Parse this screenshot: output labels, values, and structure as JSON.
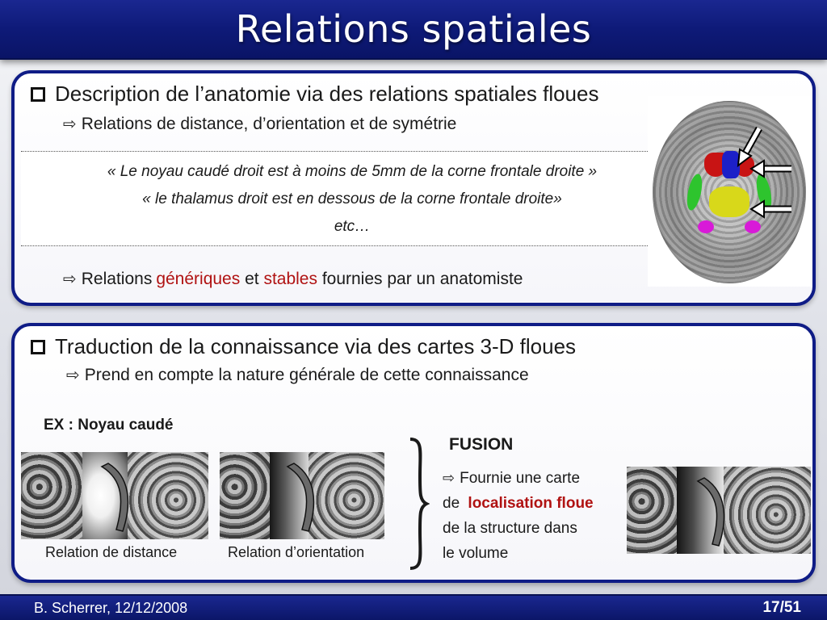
{
  "slide": {
    "title": "Relations spatiales"
  },
  "section1": {
    "bullet": "Description de l’anatomie via des relations spatiales floues",
    "sub1": "Relations de distance, d’orientation et de symétrie",
    "quotes": [
      "« Le noyau caudé droit est à moins de 5mm de la corne frontale droite »",
      "« le thalamus droit est en dessous de la corne frontale droite»",
      "etc…"
    ],
    "sub2_prefix": "Relations ",
    "sub2_hl1": "génériques",
    "sub2_mid": " et ",
    "sub2_hl2": "stables",
    "sub2_suffix": " fournies par un anatomiste"
  },
  "section2": {
    "bullet": "Traduction de la connaissance via des cartes 3-D floues",
    "sub1": "Prend en compte la nature générale de cette connaissance",
    "example_label": "EX : Noyau caudé",
    "caption_distance": "Relation de distance",
    "caption_orientation": "Relation d’orientation",
    "fusion_title": "FUSION",
    "fusion_line1": "Fournie une carte",
    "fusion_line2_prefix": "de ",
    "fusion_line2_hl": "localisation floue",
    "fusion_line3": "de la structure dans",
    "fusion_line4": "le volume"
  },
  "footer": {
    "author_date": "B. Scherrer, 12/12/2008",
    "page": "17/51"
  },
  "colors": {
    "theme_blue": "#0f1c86",
    "highlight_red": "#b01212"
  },
  "icons": {
    "bullet": "square-outline-icon",
    "sub_bullet": "right-arrow-outline-icon"
  }
}
